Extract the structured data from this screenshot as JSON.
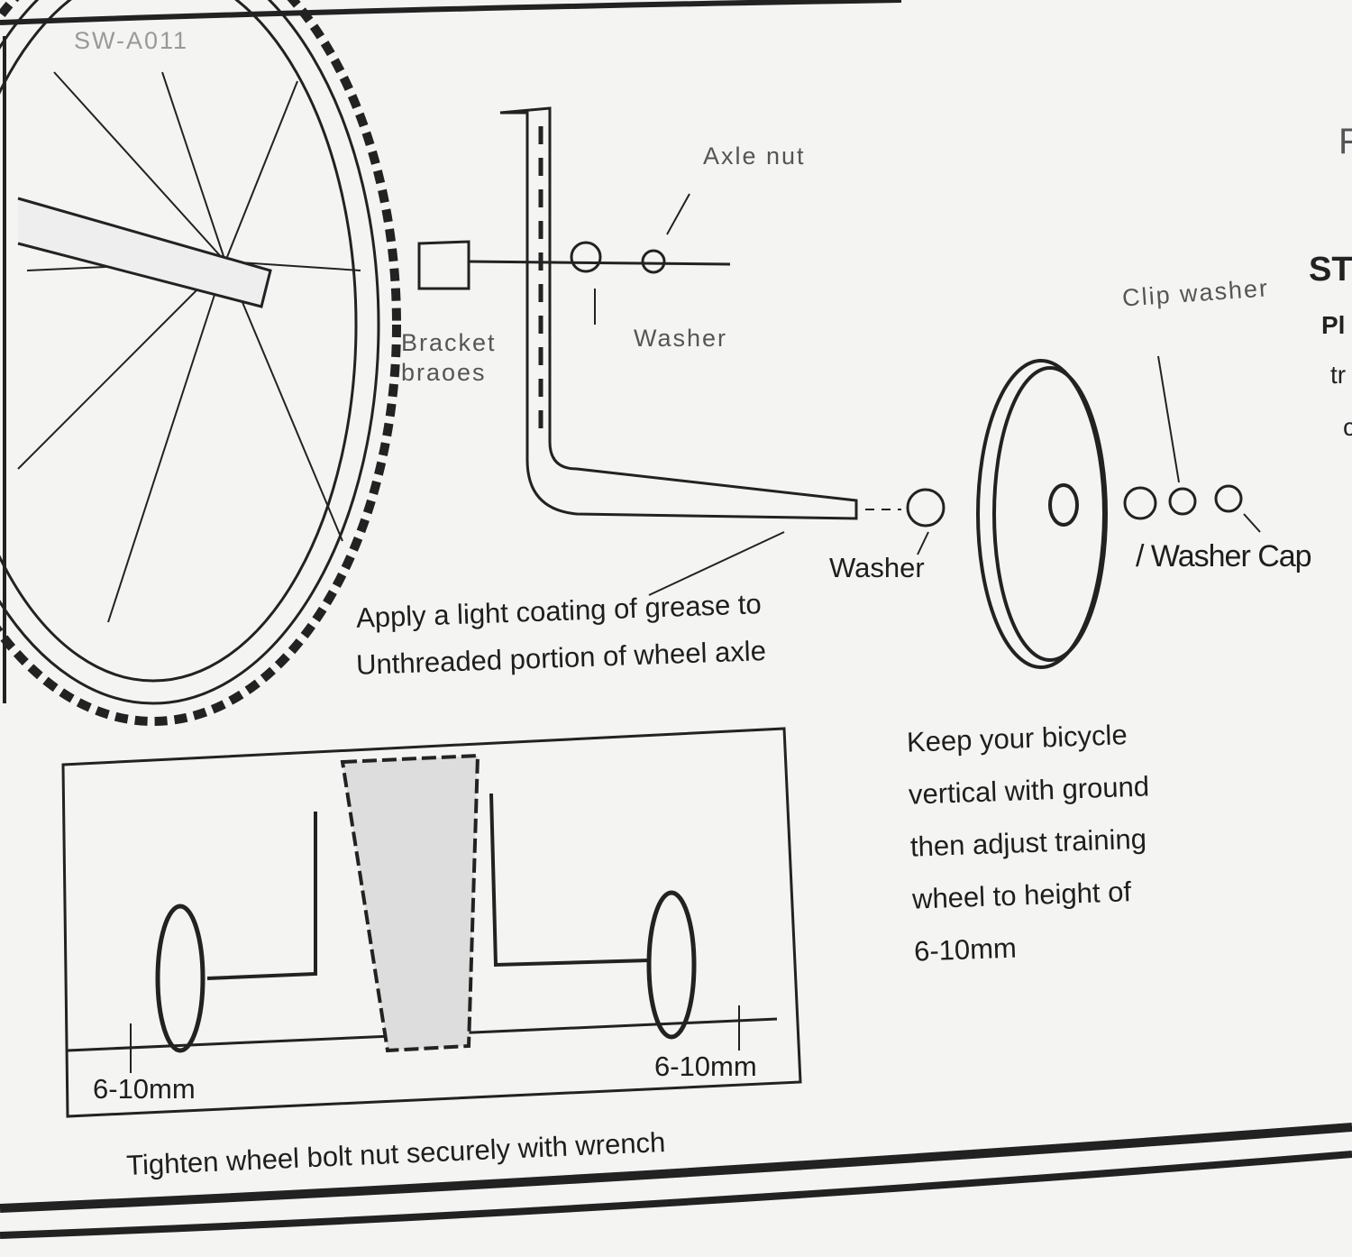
{
  "header": {
    "model_code": "SW-A011"
  },
  "labels": {
    "axle_nut": "Axle nut",
    "washer_top": "Washer",
    "bracket_line1": "Bracket",
    "bracket_line2": "braoes",
    "clip_washer": "Clip washer",
    "washer_bottom": "Washer",
    "washer_cap": "/ Washer Cap",
    "grease_line1": "Apply a light coating of grease to",
    "grease_line2": "Unthreaded portion of wheel axle"
  },
  "right_partial": {
    "f": "F",
    "st": "ST",
    "pl": "Pl",
    "tr": "tr",
    "c": "c"
  },
  "instructions": {
    "vertical": [
      "Keep your bicycle",
      "vertical with ground",
      "then adjust training",
      "wheel to height of",
      "6-10mm"
    ],
    "left_height": "6-10mm",
    "right_height": "6-10mm",
    "tighten": "Tighten wheel bolt nut securely with wrench"
  }
}
